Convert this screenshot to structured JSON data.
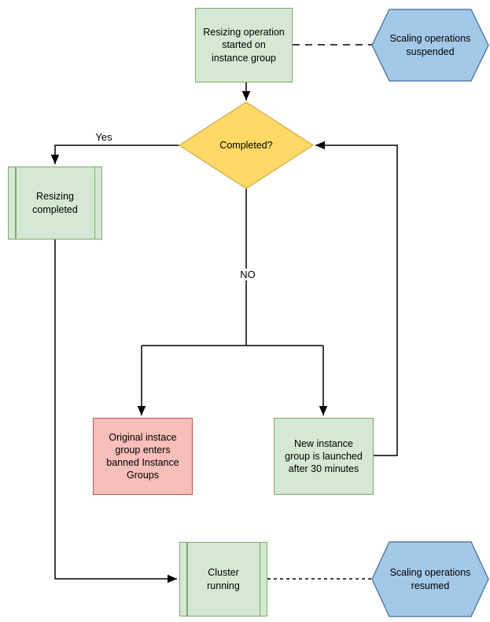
{
  "colors": {
    "green_fill": "#d5e8d4",
    "green_border": "#7ca96d",
    "red_fill": "#f8beba",
    "red_border": "#b85450",
    "yellow_fill": "#ffd966",
    "yellow_border": "#d6b656",
    "blue_fill": "#a4c9e8",
    "blue_border": "#5a7fa8",
    "edge_color": "#000000"
  },
  "nodes": {
    "resize_start": {
      "type": "process",
      "label": "Resizing operation\nstarted on\ninstance group"
    },
    "scaling_suspended": {
      "type": "hexagon",
      "label": "Scaling operations\nsuspended"
    },
    "completed": {
      "type": "decision",
      "label": "Completed?"
    },
    "resizing_completed": {
      "type": "predefined-process",
      "label": "Resizing\ncompleted"
    },
    "banned_group": {
      "type": "process",
      "label": "Original instace\ngroup enters\nbanned Instance\nGroups"
    },
    "new_instance": {
      "type": "process",
      "label": "New instance\ngroup is launched\nafter 30 minutes"
    },
    "cluster_running": {
      "type": "predefined-process",
      "label": "Cluster\nrunning"
    },
    "scaling_resumed": {
      "type": "hexagon",
      "label": "Scaling operations\nresumed"
    }
  },
  "edge_labels": {
    "yes": "Yes",
    "no": "NO"
  }
}
